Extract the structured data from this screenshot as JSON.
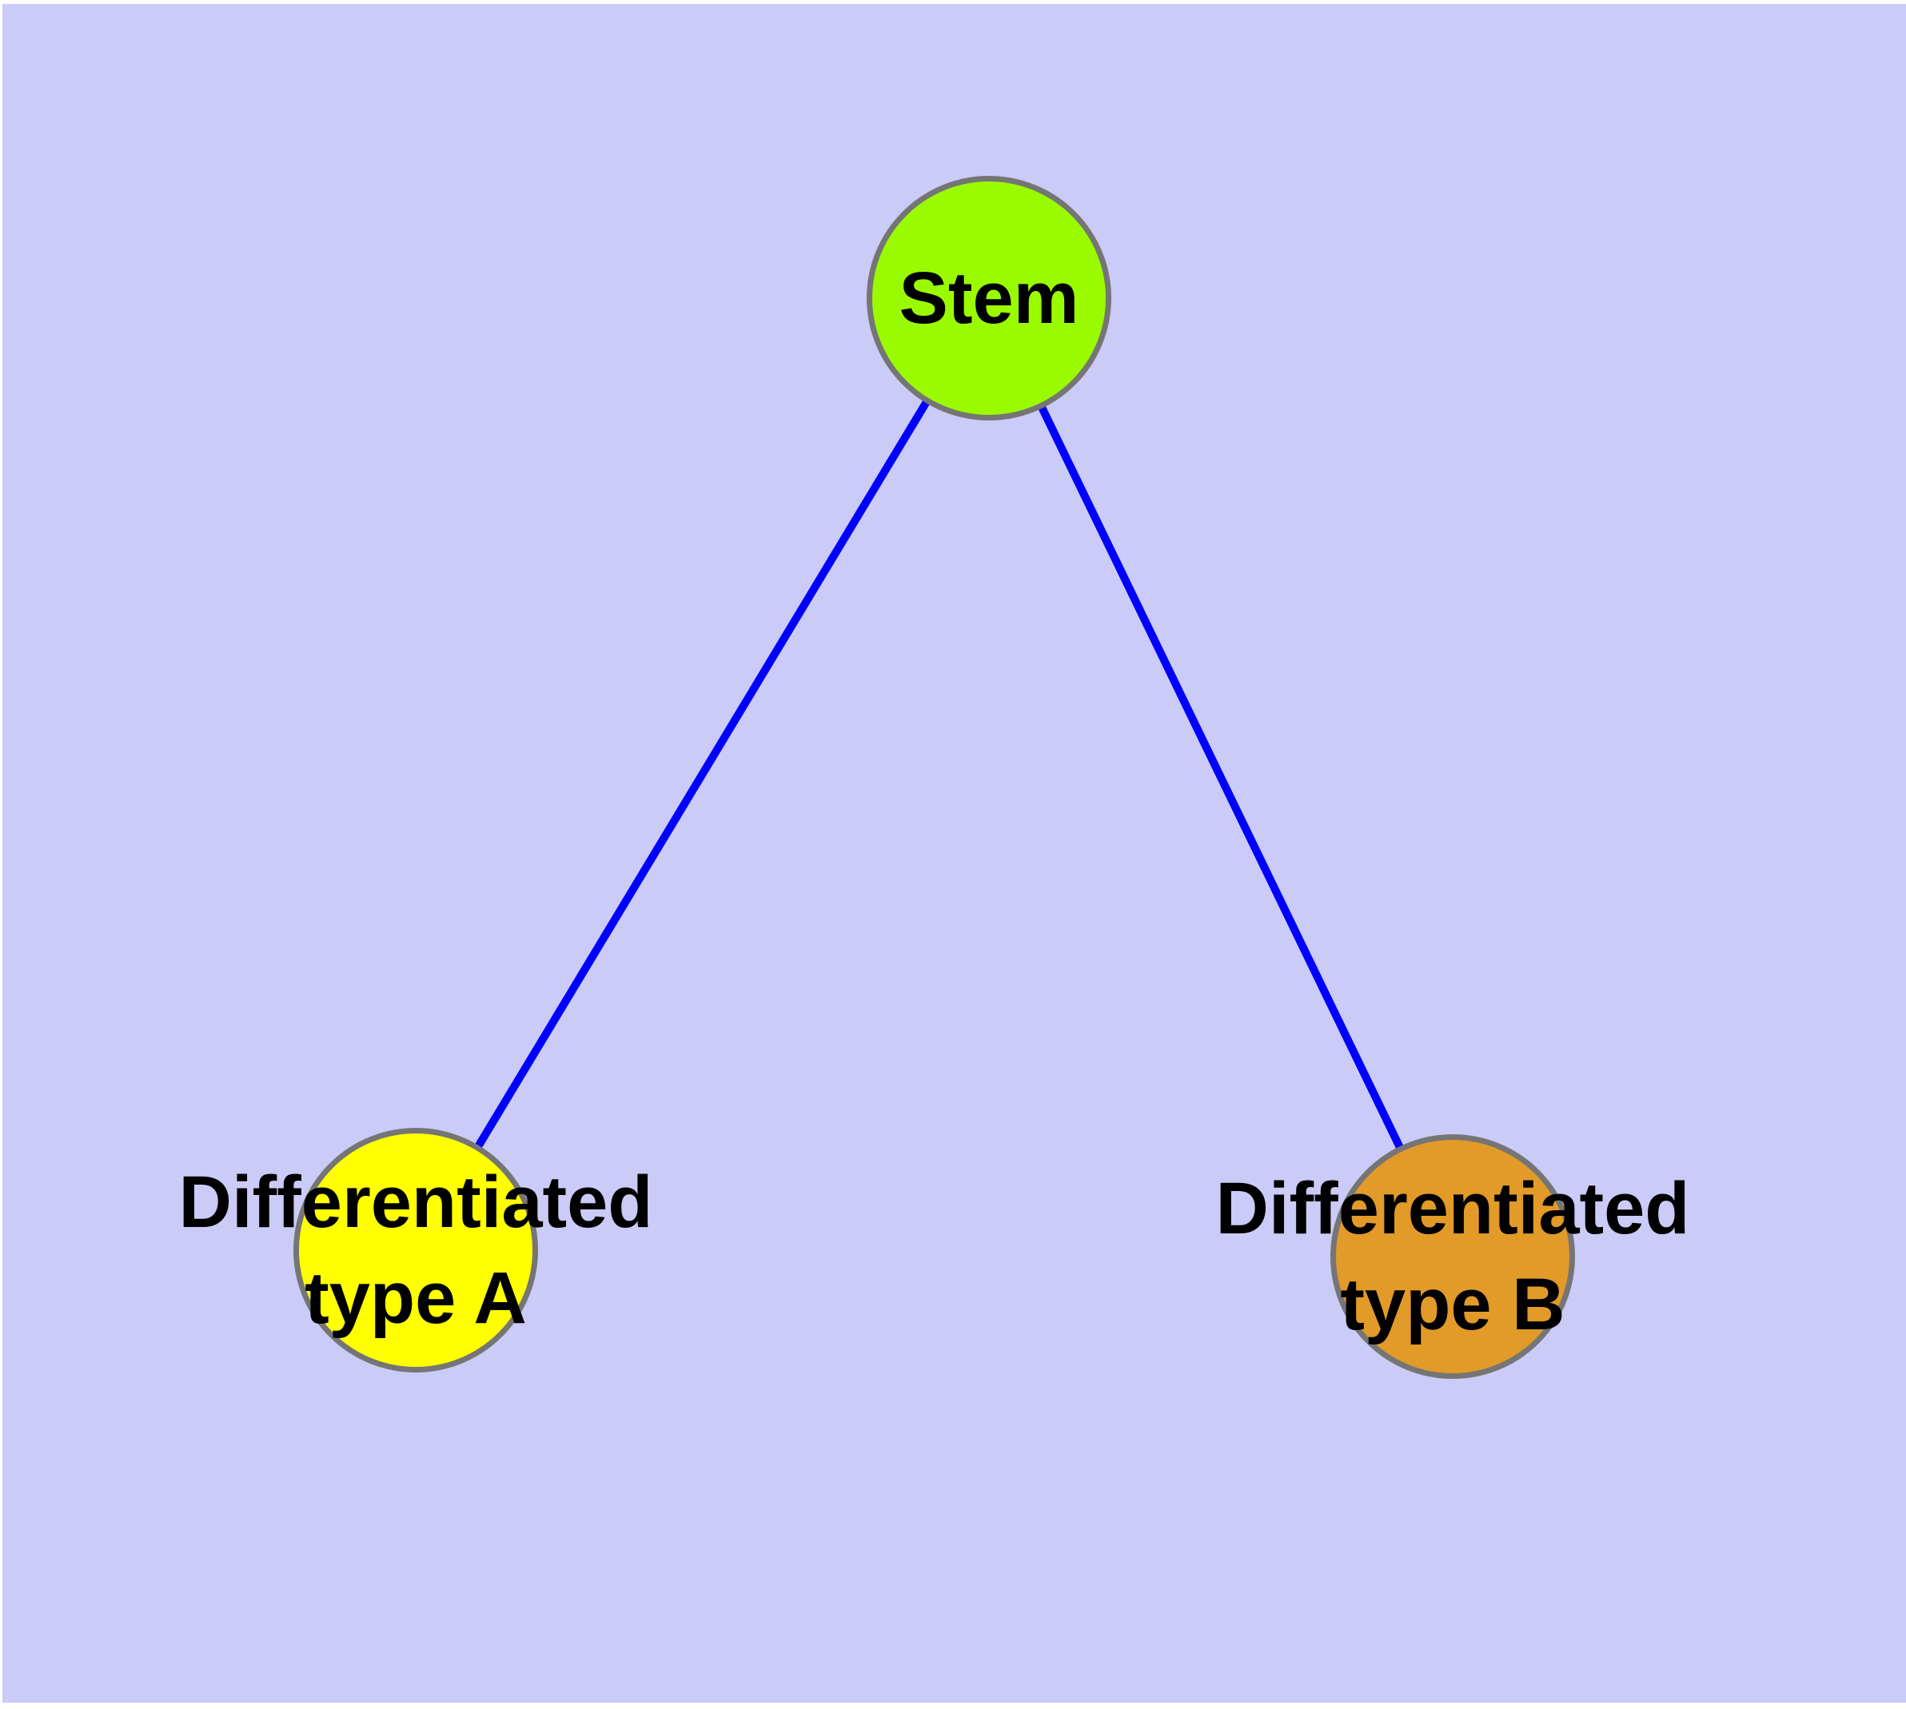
{
  "figure": {
    "kind": "cell-differentiation-graph",
    "colors": {
      "plot_background": "#CBCBF7",
      "page_background": "#FFFFFF",
      "edge": "#0000FF",
      "node_border": "#757575",
      "label": "#000000"
    },
    "nodes": [
      {
        "id": "stem",
        "label": "Stem",
        "label_lines": [
          "Stem"
        ],
        "color": "#9AFB00"
      },
      {
        "id": "differentiated-type-a",
        "label": "Differentiated type A",
        "label_lines": [
          "Differentiated",
          "type A"
        ],
        "color": "#FFFF00"
      },
      {
        "id": "differentiated-type-b",
        "label": "Differentiated type B",
        "label_lines": [
          "Differentiated",
          "type B"
        ],
        "color": "#E29A28"
      }
    ],
    "edges": [
      {
        "from": "stem",
        "to": "differentiated-type-a"
      },
      {
        "from": "stem",
        "to": "differentiated-type-b"
      }
    ]
  }
}
